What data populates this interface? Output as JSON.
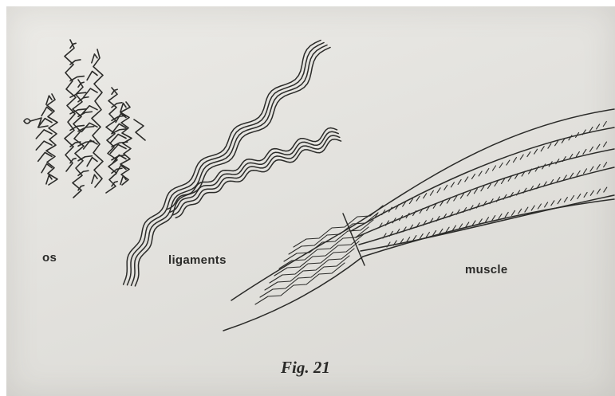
{
  "figure": {
    "labels": {
      "bone": "os",
      "ligaments": "ligaments",
      "muscle": "muscle"
    },
    "caption": "Fig. 21"
  },
  "colors": {
    "paper": "#e3e2de",
    "ink": "#2b2b29"
  }
}
